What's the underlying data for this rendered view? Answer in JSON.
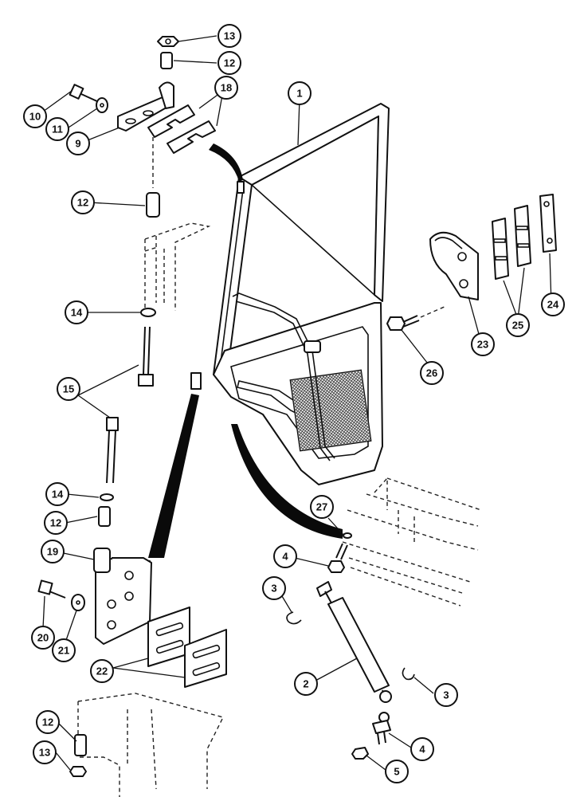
{
  "callouts": {
    "c1": "1",
    "c2": "2",
    "c3a": "3",
    "c3b": "3",
    "c4a": "4",
    "c4b": "4",
    "c5": "5",
    "c9": "9",
    "c10": "10",
    "c11": "11",
    "c12a": "12",
    "c12b": "12",
    "c12c": "12",
    "c12d": "12",
    "c13a": "13",
    "c13b": "13",
    "c14a": "14",
    "c14b": "14",
    "c15": "15",
    "c18": "18",
    "c19": "19",
    "c20": "20",
    "c21": "21",
    "c22": "22",
    "c23": "23",
    "c24": "24",
    "c25": "25",
    "c26": "26",
    "c27": "27"
  }
}
